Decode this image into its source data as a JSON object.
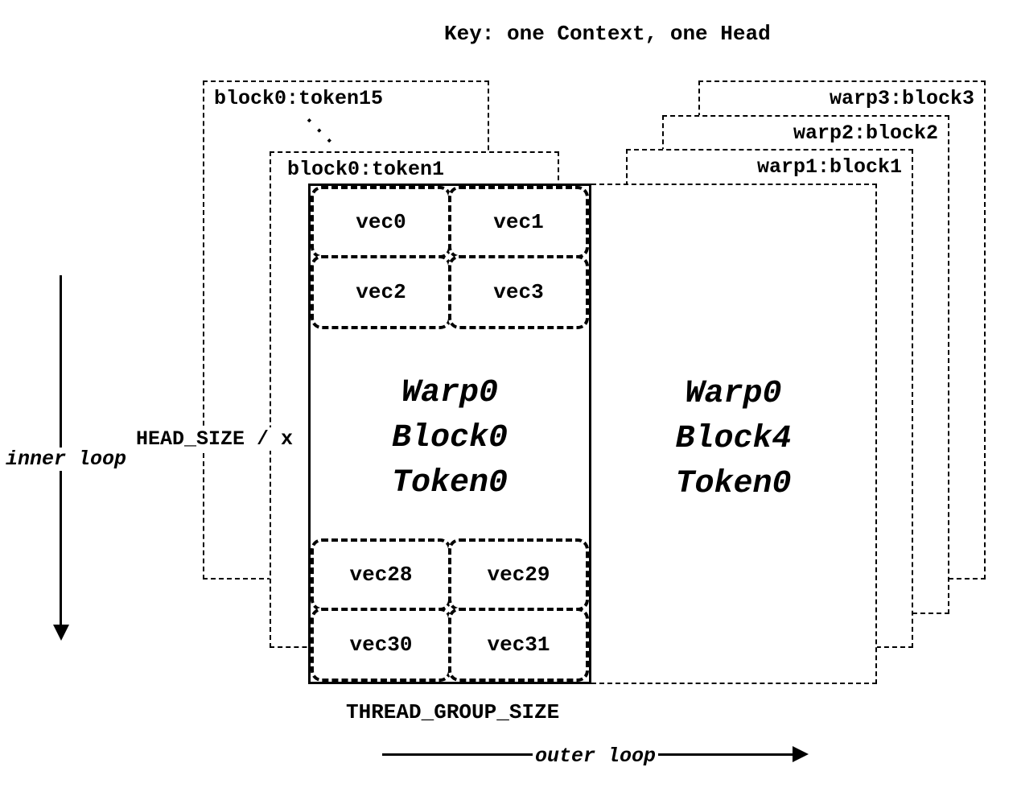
{
  "title": "Key: one Context, one Head",
  "left_stack": {
    "back_card_label": "block0:token15",
    "ellipsis": "...",
    "mid_card_label": "block0:token1"
  },
  "right_stack": {
    "card3_label": "warp3:block3",
    "card2_label": "warp2:block2",
    "card1_label": "warp1:block1"
  },
  "front_left_box": {
    "top_vecs": [
      "vec0",
      "vec1",
      "vec2",
      "vec3"
    ],
    "bottom_vecs": [
      "vec28",
      "vec29",
      "vec30",
      "vec31"
    ],
    "lines": [
      "Warp0",
      "Block0",
      "Token0"
    ]
  },
  "front_right_box": {
    "lines": [
      "Warp0",
      "Block4",
      "Token0"
    ]
  },
  "labels": {
    "head_size": "HEAD_SIZE / x",
    "inner_loop": "inner loop",
    "thread_group_size": "THREAD_GROUP_SIZE",
    "outer_loop": "outer loop"
  }
}
